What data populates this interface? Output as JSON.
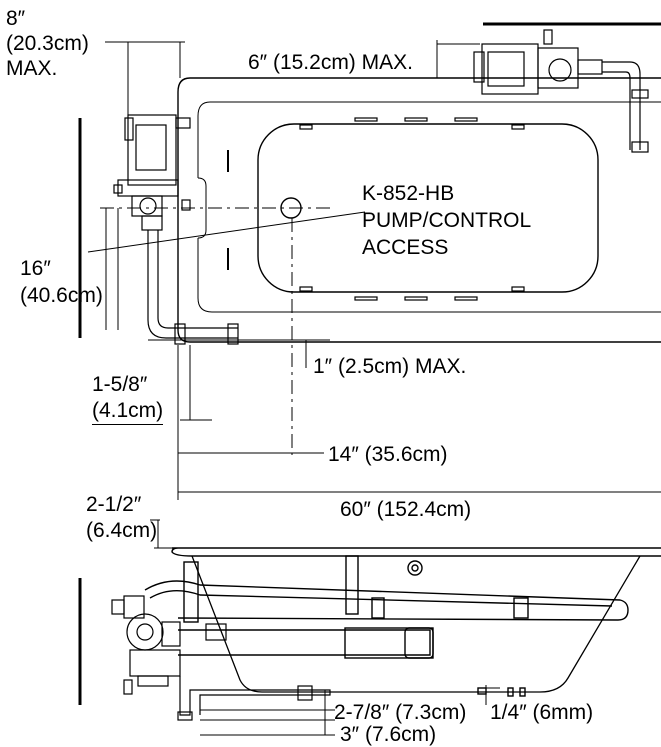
{
  "top_view": {
    "pump_access_label": [
      "K-852-HB",
      "PUMP/CONTROL",
      "ACCESS"
    ]
  },
  "dimensions": {
    "offset_8in": [
      "8″",
      "(20.3cm)",
      "MAX."
    ],
    "offset_6in": "6″ (15.2cm) MAX.",
    "height_16in": [
      "16″",
      "(40.6cm)"
    ],
    "offset_1in": "1″ (2.5cm) MAX.",
    "offset_1_5_8in": [
      "1-5/8″",
      "(4.1cm)"
    ],
    "width_14in": "14″ (35.6cm)",
    "width_60in": "60″ (152.4cm)",
    "height_2_1_2in": [
      "2-1/2″",
      "(6.4cm)"
    ],
    "height_2_7_8in": "2-7/8″ (7.3cm)",
    "height_1_4in": "1/4″ (6mm)",
    "height_3in": "3″ (7.6cm)"
  },
  "colors": {
    "line": "#000000",
    "background": "#ffffff"
  }
}
